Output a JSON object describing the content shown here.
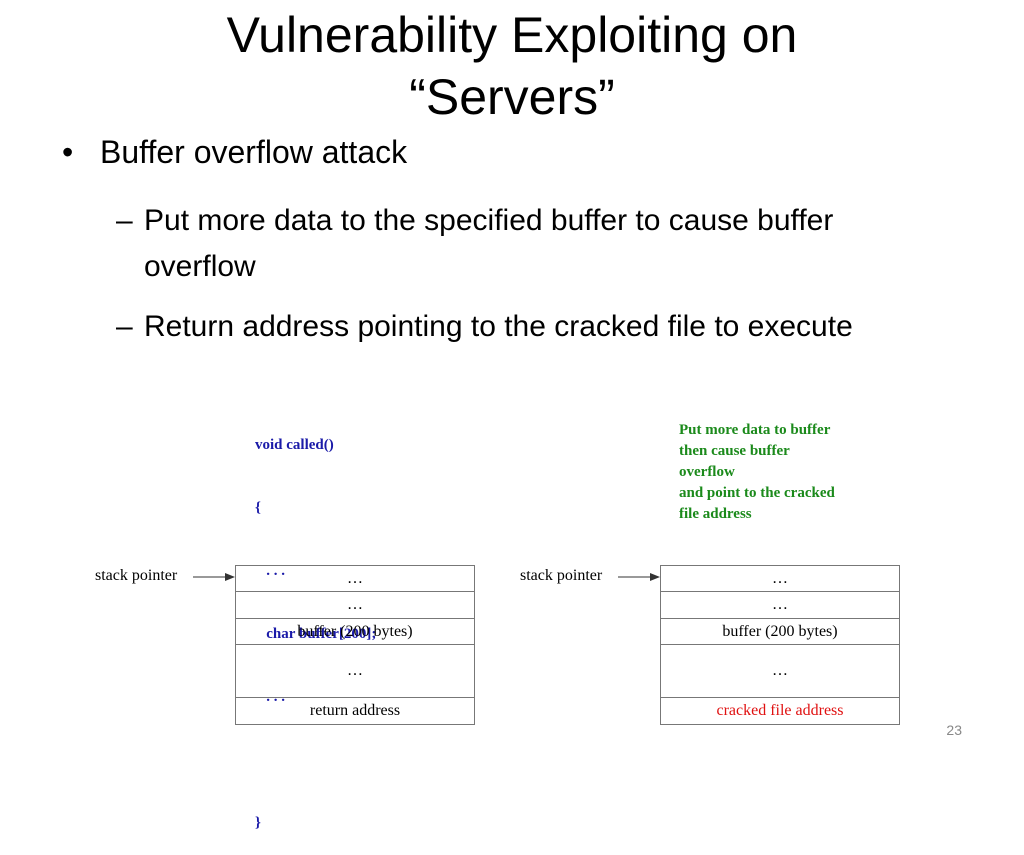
{
  "slide": {
    "title_line1": "Vulnerability Exploiting on",
    "title_line2": "“Servers”",
    "bullet_symbol": "•",
    "bullet": "Buffer overflow attack",
    "dash": "–",
    "sub1": "Put more data to the specified buffer to cause buffer overflow",
    "sub2": "Return address pointing to the cracked file to execute",
    "page_number": "23"
  },
  "code": {
    "lines": [
      "void called()",
      "{",
      "   . . .",
      "   char buffer[200];",
      "   . . .",
      "",
      "}"
    ]
  },
  "note": {
    "lines": [
      "Put more data to buffer",
      "then cause buffer",
      "overflow",
      "and point to the cracked",
      "file address"
    ]
  },
  "left_stack": {
    "pointer_label": "stack pointer",
    "cells": [
      "…",
      "…",
      "buffer (200 bytes)",
      "…",
      "return address"
    ]
  },
  "right_stack": {
    "pointer_label": "stack pointer",
    "cells": [
      "…",
      "…",
      "buffer (200 bytes)",
      "…",
      "cracked file address"
    ]
  },
  "colors": {
    "code": "#1a1aa8",
    "note": "#1b8a1b",
    "cracked": "#e01010"
  }
}
